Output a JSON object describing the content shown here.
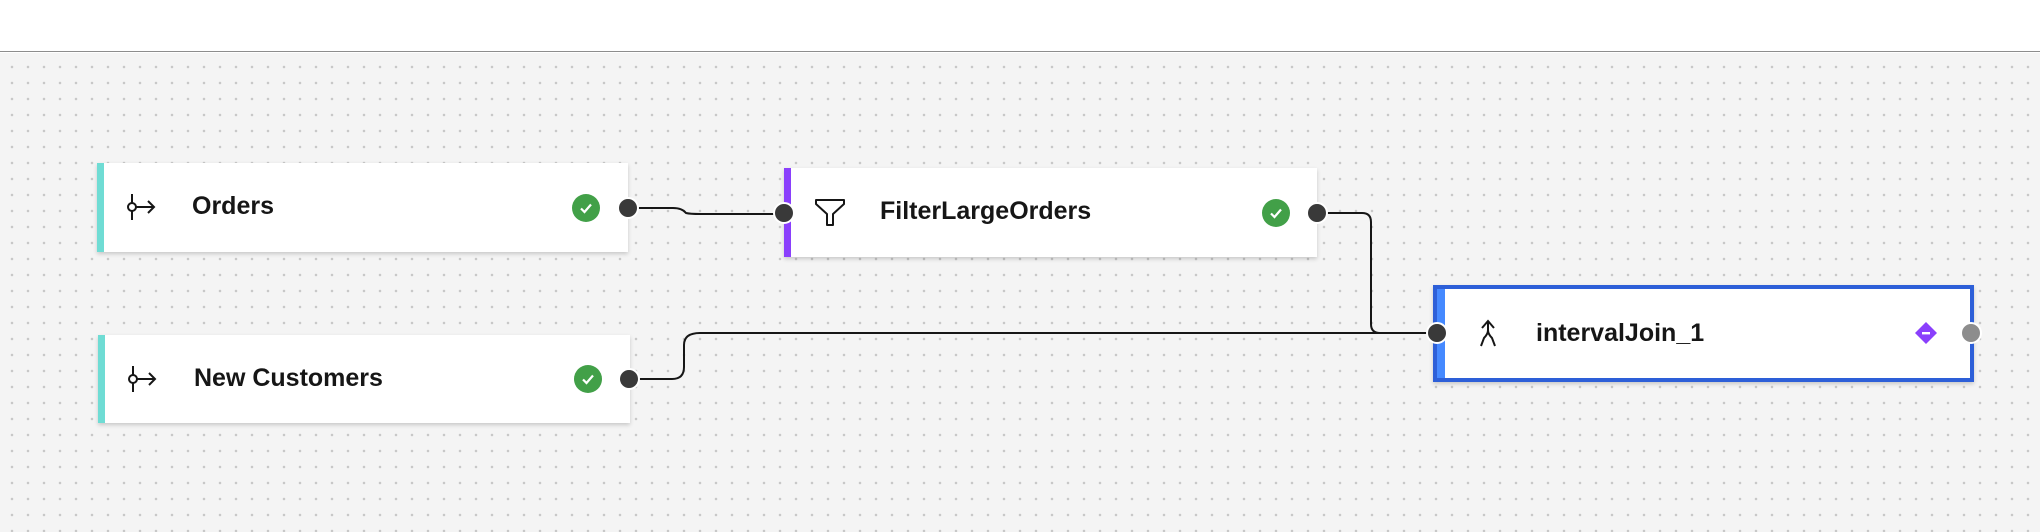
{
  "colors": {
    "source_accent": "#6fdcd4",
    "filter_accent": "#8a3ffc",
    "join_accent": "#4589ff",
    "selection_border": "#2d5fd8",
    "status_ok": "#42a048",
    "status_warning": "#8a3ffc",
    "port_fill": "#393939",
    "port_unconnected": "#8d8d8d",
    "link": "#161616"
  },
  "nodes": [
    {
      "id": "orders",
      "label": "Orders",
      "kind": "source",
      "icon": "source-branch-arrow-icon",
      "status": "valid",
      "status_icon": "checkmark-icon"
    },
    {
      "id": "filter",
      "label": "FilterLargeOrders",
      "kind": "filter",
      "icon": "filter-funnel-icon",
      "status": "valid",
      "status_icon": "checkmark-icon"
    },
    {
      "id": "customers",
      "label": "New Customers",
      "kind": "source",
      "icon": "source-branch-arrow-icon",
      "status": "valid",
      "status_icon": "checkmark-icon"
    },
    {
      "id": "join",
      "label": "intervalJoin_1",
      "kind": "join",
      "icon": "merge-arrows-icon",
      "status": "incomplete",
      "status_icon": "warning-diamond-icon",
      "selected": true
    }
  ],
  "links": [
    {
      "from": "orders",
      "to": "filter"
    },
    {
      "from": "filter",
      "to": "join"
    },
    {
      "from": "customers",
      "to": "join"
    }
  ]
}
